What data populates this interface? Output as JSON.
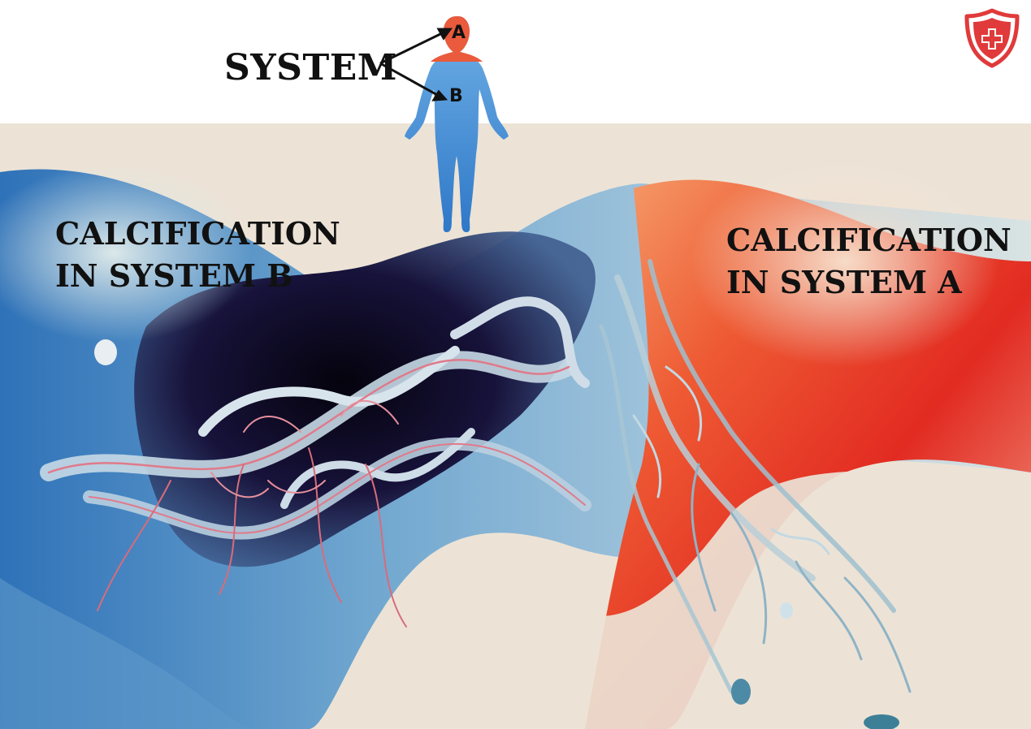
{
  "header": {
    "system_title": "SYSTEM",
    "label_a": "A",
    "label_b": "B"
  },
  "captions": {
    "system_b": {
      "line1": "CALCIFICATION",
      "line2": "IN SYSTEM B"
    },
    "system_a": {
      "line1": "CALCIFICATION",
      "line2": "IN SYSTEM A"
    }
  },
  "colors": {
    "system_a": "#e8523a",
    "system_b": "#4a8fd4",
    "background": "#ece3d6",
    "dark_vessel": "#120c24",
    "logo_red": "#e03a3a"
  },
  "icons": {
    "logo": "medical-shield-cross-icon",
    "figure": "human-body-icon"
  }
}
